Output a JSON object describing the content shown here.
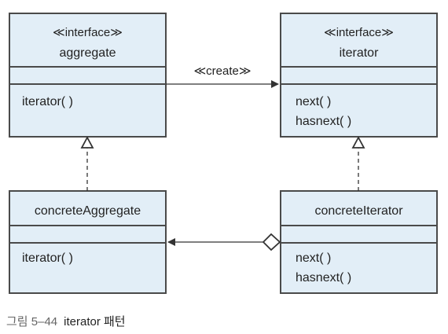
{
  "diagram": {
    "aggregate": {
      "stereotype": "≪interface≫",
      "name": "aggregate",
      "methods": [
        "iterator( )"
      ]
    },
    "iterator": {
      "stereotype": "≪interface≫",
      "name": "iterator",
      "methods": [
        "next( )",
        "hasnext( )"
      ]
    },
    "concrete_aggregate": {
      "name": "concreteAggregate",
      "methods": [
        "iterator( )"
      ]
    },
    "concrete_iterator": {
      "name": "concreteIterator",
      "methods": [
        "next( )",
        "hasnext( )"
      ]
    },
    "create_label": "≪create≫"
  },
  "caption": {
    "number": "그림 5–44",
    "title": "iterator 패턴"
  }
}
